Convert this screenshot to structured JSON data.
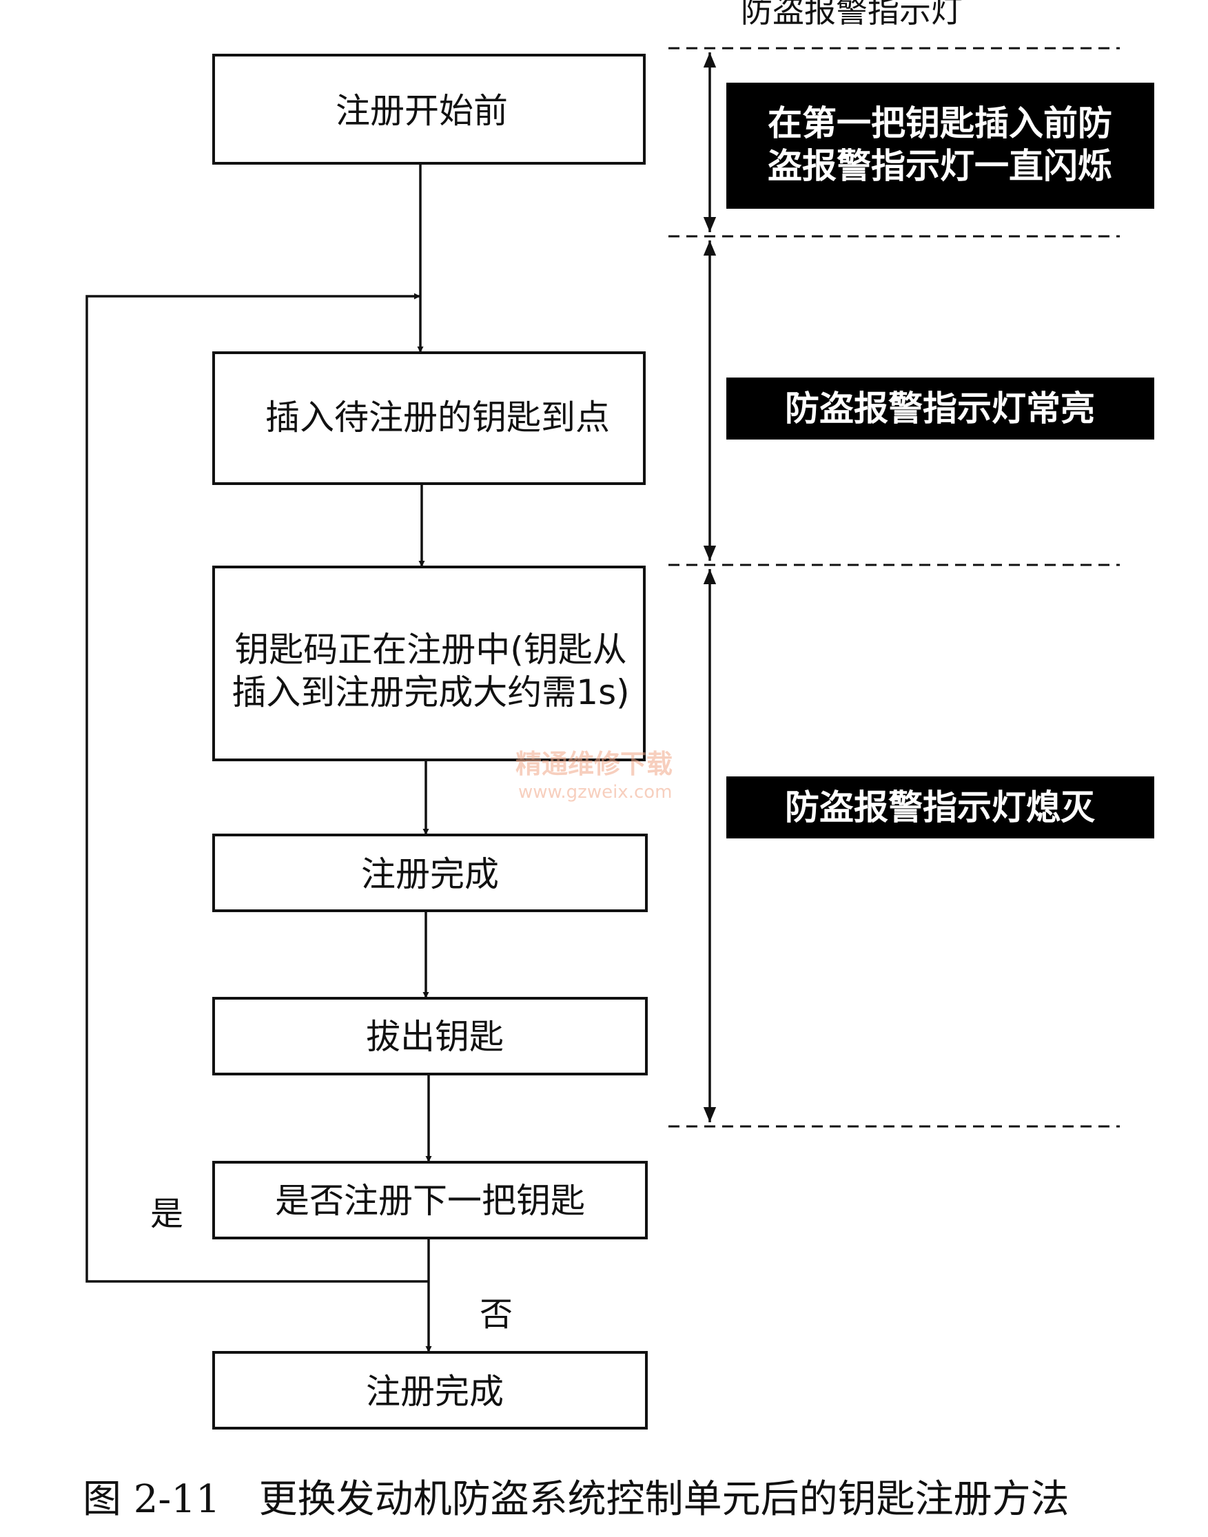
{
  "header": {
    "title": "防盗报警指示灯"
  },
  "flow": {
    "before_registration": "注册开始前",
    "insert_key": "插入待注册的钥匙到点",
    "registering_line1": "钥匙码正在注册中(钥匙从",
    "registering_line2": "插入到注册完成大约需1s)",
    "registration_done": "注册完成",
    "remove_key": "拔出钥匙",
    "next_key_question": "是否注册下一把钥匙",
    "finished": "注册完成",
    "yes_label": "是",
    "no_label": "否"
  },
  "indicator": {
    "flashing_line1": "在第一把钥匙插入前防",
    "flashing_line2": "盗报警指示灯一直闪烁",
    "steady_on": "防盗报警指示灯常亮",
    "off": "防盗报警指示灯熄灭"
  },
  "watermark": {
    "line1": "精通维修下载",
    "line2": "www.gzweix.com"
  },
  "caption": "图 2-11　更换发动机防盗系统控制单元后的钥匙注册方法"
}
